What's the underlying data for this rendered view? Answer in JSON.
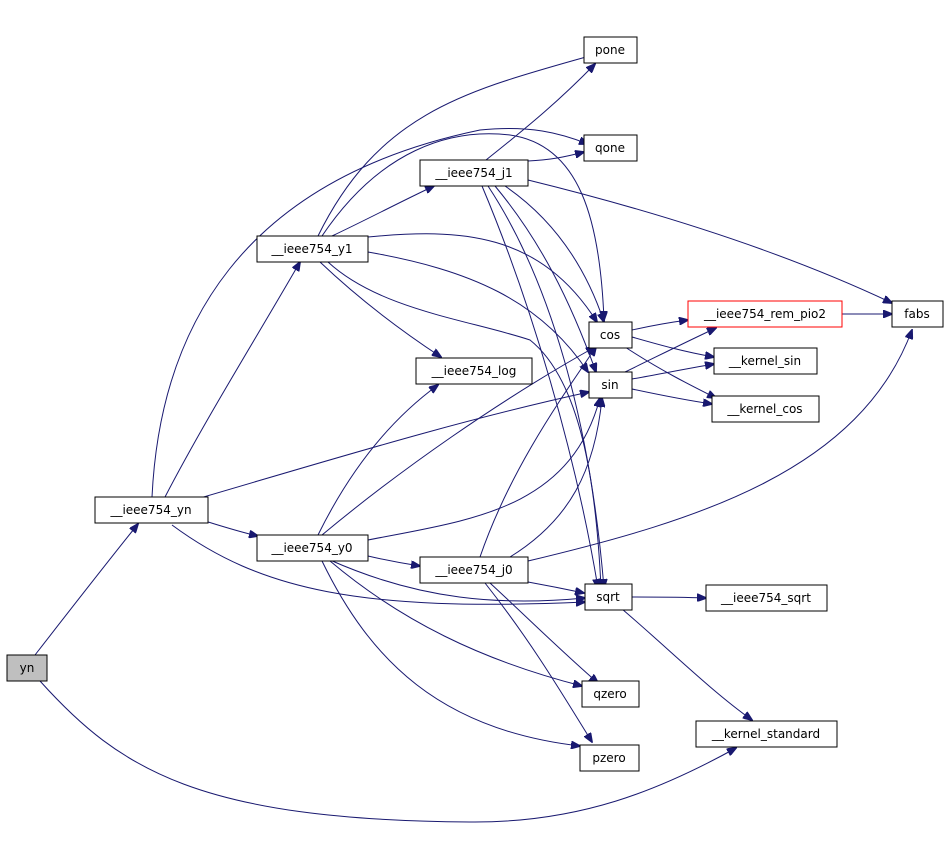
{
  "nodes": {
    "yn": "yn",
    "ieee754_yn": "__ieee754_yn",
    "ieee754_y1": "__ieee754_y1",
    "ieee754_y0": "__ieee754_y0",
    "ieee754_j1": "__ieee754_j1",
    "ieee754_j0": "__ieee754_j0",
    "ieee754_log": "__ieee754_log",
    "pone": "pone",
    "qone": "qone",
    "cos": "cos",
    "sin": "sin",
    "sqrt": "sqrt",
    "qzero": "qzero",
    "pzero": "pzero",
    "ieee754_rem_pio2": "__ieee754_rem_pio2",
    "kernel_sin": "__kernel_sin",
    "kernel_cos": "__kernel_cos",
    "ieee754_sqrt": "__ieee754_sqrt",
    "kernel_standard": "__kernel_standard",
    "fabs": "fabs"
  },
  "colors": {
    "edge": "#191970",
    "root_fill": "#bfbfbf",
    "highlight_border": "#ff0000"
  }
}
